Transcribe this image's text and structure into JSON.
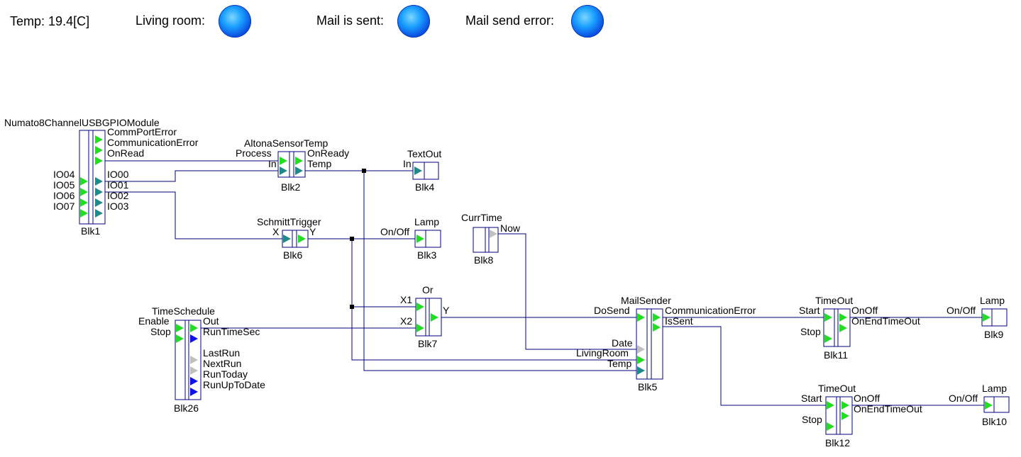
{
  "header": {
    "temp_label": "Temp:",
    "temp_value": "19.4[C]",
    "living_room_label": "Living room:",
    "mail_sent_label": "Mail is sent:",
    "mail_error_label": "Mail send error:"
  },
  "colors": {
    "green_port": "#22dd22",
    "teal_port": "#1f8a8a",
    "blue_port": "#1010ee",
    "gray_port": "#c0c0c0",
    "wire": "#000080",
    "led": "#1a8cff"
  },
  "blocks": {
    "blk1": {
      "type": "Numato8ChannelUSBGPIOModule",
      "name": "Blk1",
      "inputs": [
        "IO04",
        "IO05",
        "IO06",
        "IO07"
      ],
      "outputs": [
        "CommPortError",
        "CommunicationError",
        "OnRead",
        "IO00",
        "IO01",
        "IO02",
        "IO03"
      ]
    },
    "blk2": {
      "type": "AltonaSensorTemp",
      "name": "Blk2",
      "inputs": [
        "Process",
        "In"
      ],
      "outputs": [
        "OnReady",
        "Temp"
      ]
    },
    "blk4": {
      "type": "TextOut",
      "name": "Blk4",
      "inputs": [
        "In"
      ]
    },
    "blk6": {
      "type": "SchmittTrigger",
      "name": "Blk6",
      "inputs": [
        "X"
      ],
      "outputs": [
        "Y"
      ]
    },
    "blk3": {
      "type": "Lamp",
      "name": "Blk3",
      "inputs": [
        "On/Off"
      ]
    },
    "blk8": {
      "type": "CurrTime",
      "name": "Blk8",
      "outputs": [
        "Now"
      ]
    },
    "blk7": {
      "type": "Or",
      "name": "Blk7",
      "inputs": [
        "X1",
        "X2"
      ],
      "outputs": [
        "Y"
      ]
    },
    "blk26": {
      "type": "TimeSchedule",
      "name": "Blk26",
      "inputs": [
        "Enable",
        "Stop"
      ],
      "outputs": [
        "Out",
        "RunTimeSec",
        "LastRun",
        "NextRun",
        "RunToday",
        "RunUpToDate"
      ]
    },
    "blk5": {
      "type": "MailSender",
      "name": "Blk5",
      "inputs": [
        "DoSend",
        "Date",
        "LivingRoom",
        "Temp"
      ],
      "outputs": [
        "CommunicationError",
        "IsSent"
      ]
    },
    "blk11": {
      "type": "TimeOut",
      "name": "Blk11",
      "inputs": [
        "Start",
        "Stop"
      ],
      "outputs": [
        "OnOff",
        "OnEndTimeOut"
      ]
    },
    "blk9": {
      "type": "Lamp",
      "name": "Blk9",
      "inputs": [
        "On/Off"
      ]
    },
    "blk12": {
      "type": "TimeOut",
      "name": "Blk12",
      "inputs": [
        "Start",
        "Stop"
      ],
      "outputs": [
        "OnOff",
        "OnEndTimeOut"
      ]
    },
    "blk10": {
      "type": "Lamp",
      "name": "Blk10",
      "inputs": [
        "On/Off"
      ]
    }
  }
}
